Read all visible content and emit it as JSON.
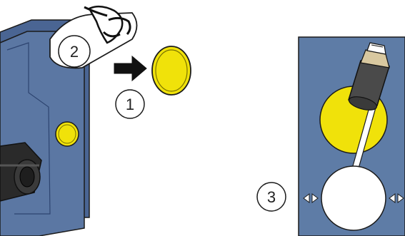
{
  "step_labels": {
    "remove_cover": "2",
    "cover_moves_out": "1",
    "position_mark": "3"
  },
  "colors": {
    "device_body": "#5b77a3",
    "device_side": "#3e5a86",
    "panel": "#5e7ca6",
    "yellow_cap": "#f0e20a",
    "yellow_edge": "#7a7200",
    "sensor_body": "#4a4a4a",
    "valve_white": "#ffffff",
    "outline": "#1b1b1b"
  },
  "icons": {
    "arrow": "arrow-right-icon",
    "hand": "hand-icon",
    "hinge": "hinge-arrow-icon"
  }
}
